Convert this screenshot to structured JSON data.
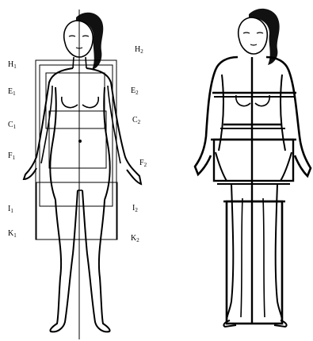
{
  "labels": {
    "H1": {
      "main": "H",
      "sub": "1"
    },
    "H2": {
      "main": "H",
      "sub": "2"
    },
    "E1": {
      "main": "E",
      "sub": "1"
    },
    "E2": {
      "main": "E",
      "sub": "2"
    },
    "C1": {
      "main": "C",
      "sub": "1"
    },
    "C2": {
      "main": "C",
      "sub": "2"
    },
    "F1": {
      "main": "F",
      "sub": "1"
    },
    "F2": {
      "main": "F",
      "sub": "2"
    },
    "I1": {
      "main": "I",
      "sub": "1"
    },
    "I2": {
      "main": "I",
      "sub": "2"
    },
    "K1": {
      "main": "K",
      "sub": "1"
    },
    "K2": {
      "main": "K",
      "sub": "2"
    }
  }
}
